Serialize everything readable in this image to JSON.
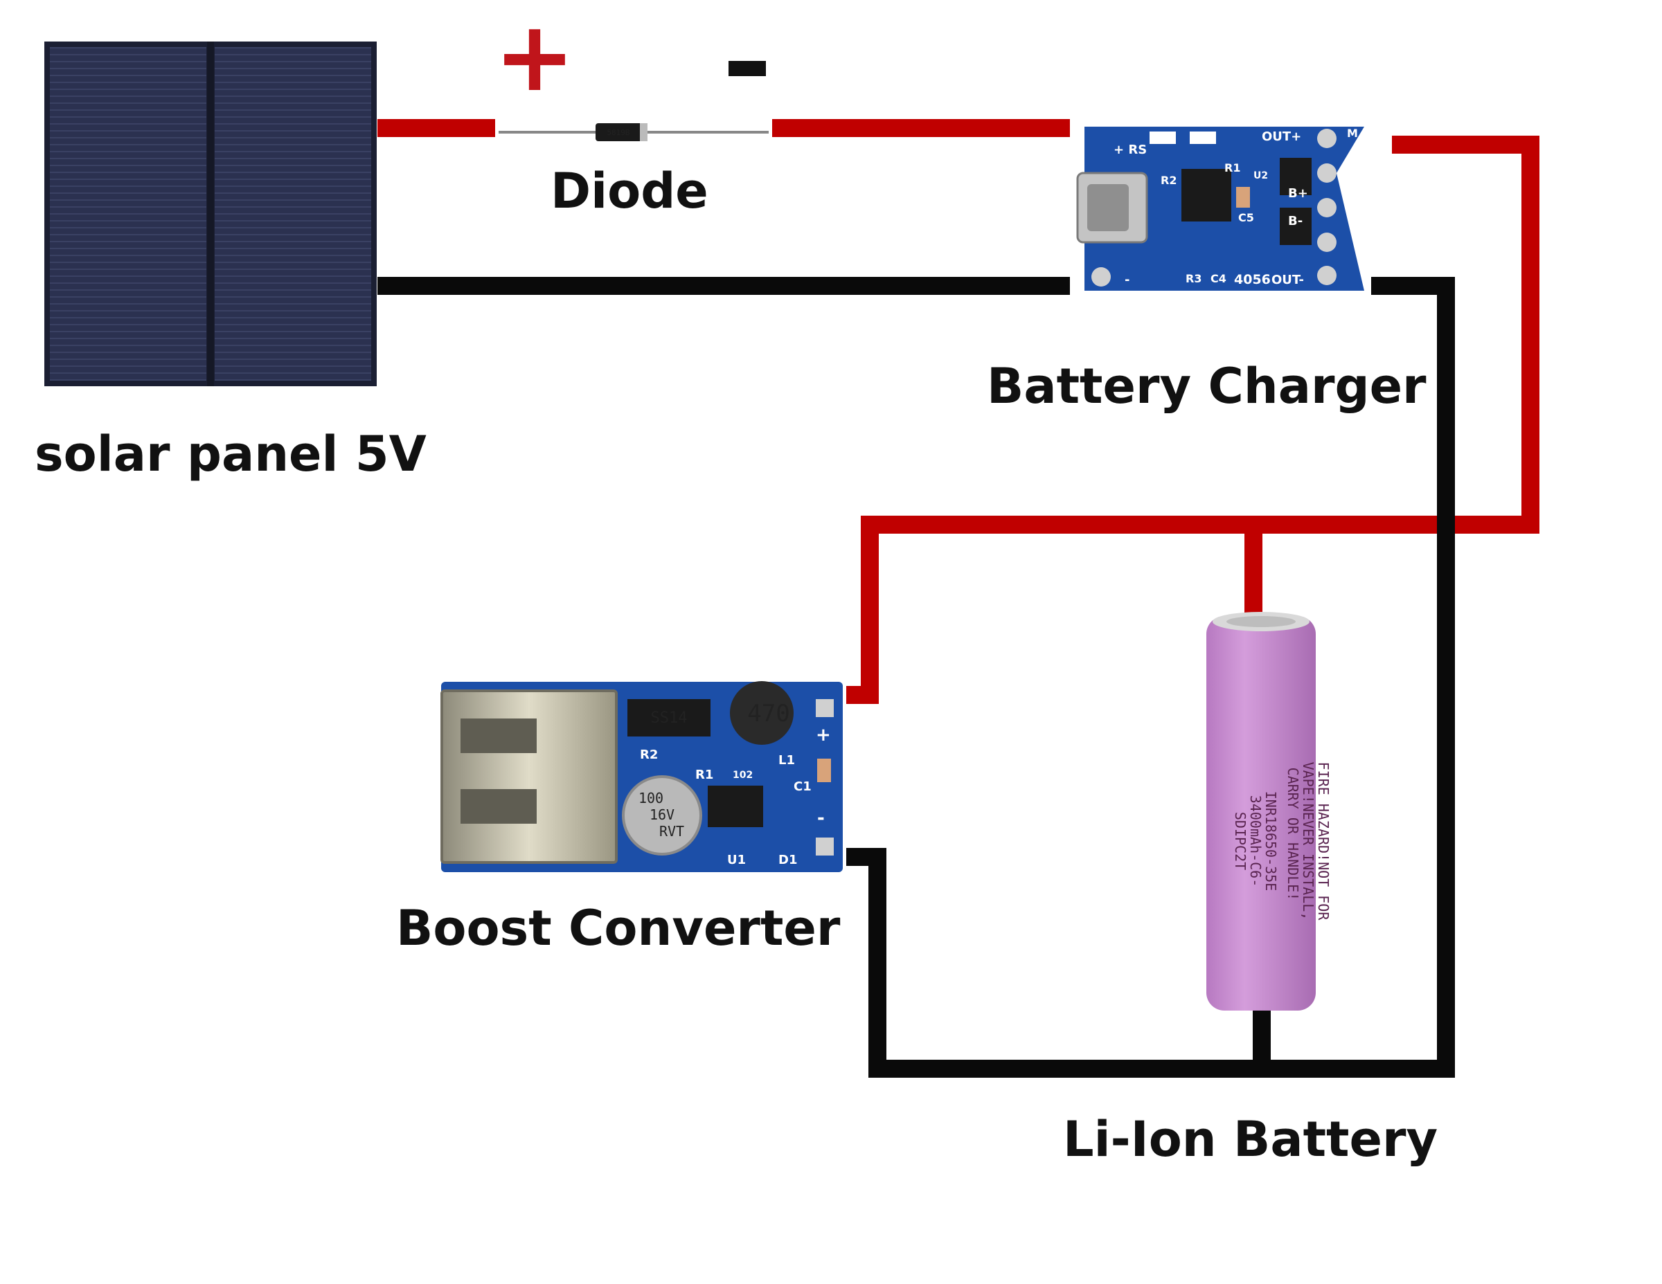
{
  "labels": {
    "solar_panel": "solar panel 5V",
    "diode": "Diode",
    "battery_charger": "Battery Charger",
    "boost_converter": "Boost Converter",
    "battery": "Li-Ion Battery"
  },
  "polarity": {
    "plus": "+",
    "minus": "-"
  },
  "charger_board": {
    "pin_out_plus": "OUT+",
    "pin_out_minus": "OUT-",
    "pin_b_plus": "B+",
    "pin_b_minus": "B-",
    "chip": "4056",
    "rs": "+ RS",
    "r1": "R1",
    "r2": "R2",
    "r3": "R3",
    "c4": "C4",
    "c5": "C5",
    "u2": "U2",
    "m": "M",
    "minus": "-"
  },
  "boost_board": {
    "diode_marking": "SS14",
    "inductor": "470",
    "cap_line1": "100",
    "cap_line2": "16V",
    "cap_line3": "RVT",
    "r2": "R2",
    "r1": "R1",
    "l1": "L1",
    "c1": "C1",
    "d1": "D1",
    "u1": "U1",
    "r102": "102",
    "plus": "+",
    "minus": "-"
  },
  "diode_body": {
    "marking": "5819B"
  },
  "battery_cell": {
    "line1": "FIRE HAZARD!NOT FOR",
    "line2": "VAPE!NEVER INSTALL,",
    "line3": "CARRY OR HANDLE!",
    "line4": "INR18650-35E",
    "line5": "3400mAh-C6-",
    "line6": "SDIPC2T"
  },
  "colors": {
    "positive_wire": "#c00000",
    "negative_wire": "#0a0a0a",
    "pcb": "#1c4fa8",
    "battery": "#c98bd1",
    "solar_cell": "#2a3049"
  }
}
